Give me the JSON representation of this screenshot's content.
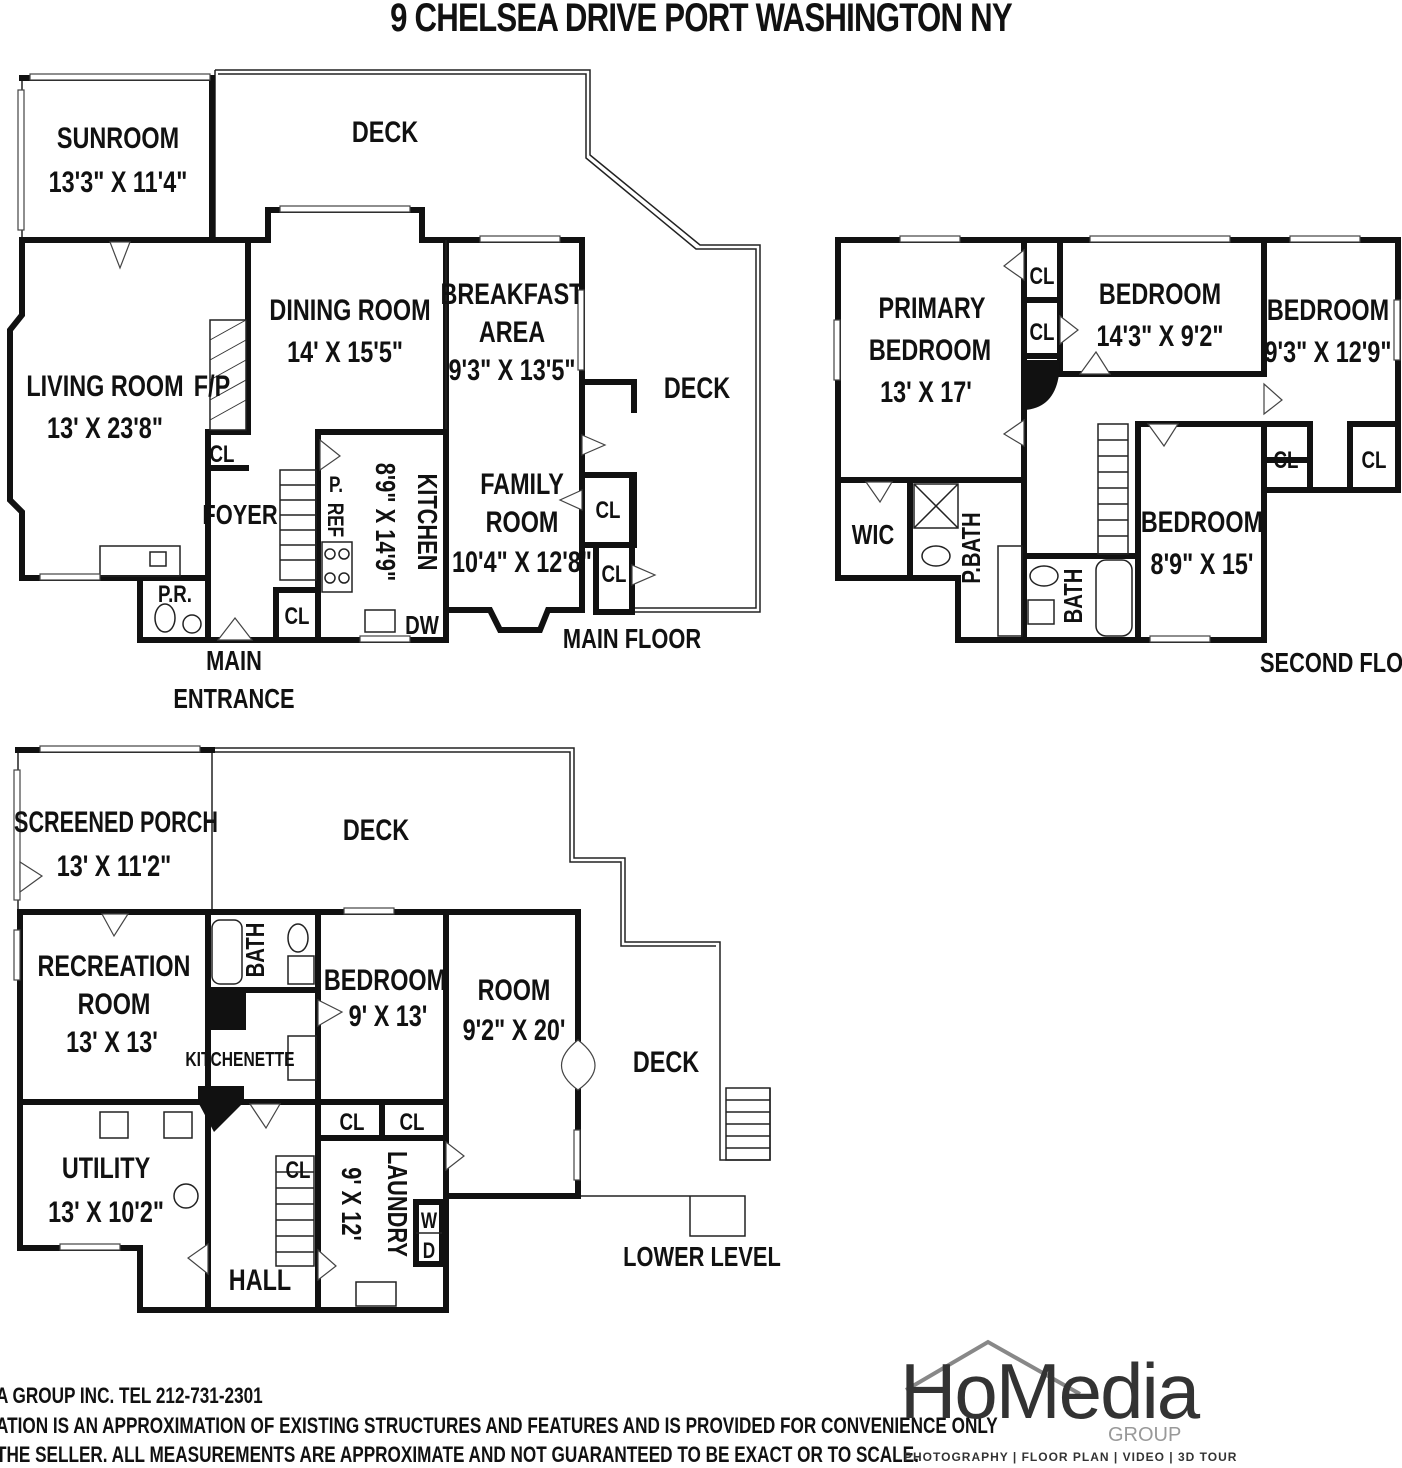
{
  "title": "9 CHELSEA DRIVE PORT WASHINGTON NY",
  "floors": {
    "main": {
      "label": "MAIN FLOOR",
      "rooms": {
        "sunroom": {
          "name": "SUNROOM",
          "dims": "13'3\" X 11'4\""
        },
        "deck_top": {
          "name": "DECK"
        },
        "deck_right": {
          "name": "DECK"
        },
        "living": {
          "name": "LIVING ROOM",
          "dims": "13' X 23'8\""
        },
        "fireplace": {
          "name": "F/P"
        },
        "dining": {
          "name": "DINING ROOM",
          "dims": "14' X 15'5\""
        },
        "breakfast": {
          "name1": "BREAKFAST",
          "name2": "AREA",
          "dims": "9'3\" X 13'5\""
        },
        "kitchen": {
          "name": "KITCHEN",
          "dims": "8'9\" X 14'9\""
        },
        "family": {
          "name1": "FAMILY",
          "name2": "ROOM",
          "dims": "10'4\" X 12'8\""
        },
        "foyer": {
          "name": "FOYER"
        },
        "pr": {
          "name": "P.R."
        },
        "pantry": {
          "name": "P."
        },
        "ref": {
          "name": "REF"
        },
        "dw": {
          "name": "DW"
        },
        "cl1": {
          "name": "CL"
        },
        "cl2": {
          "name": "CL"
        },
        "cl3": {
          "name": "CL"
        },
        "cl4": {
          "name": "CL"
        }
      },
      "entrance": {
        "line1": "MAIN",
        "line2": "ENTRANCE"
      }
    },
    "second": {
      "label": "SECOND FLOOR",
      "rooms": {
        "primary": {
          "name1": "PRIMARY",
          "name2": "BEDROOM",
          "dims": "13' X 17'"
        },
        "bed1": {
          "name": "BEDROOM",
          "dims": "14'3\" X 9'2\""
        },
        "bed2": {
          "name": "BEDROOM",
          "dims": "9'3\" X 12'9\""
        },
        "bed3": {
          "name": "BEDROOM",
          "dims": "8'9\" X 15'"
        },
        "wic": {
          "name": "WIC"
        },
        "pbath": {
          "name": "P.BATH"
        },
        "bath": {
          "name": "BATH"
        },
        "cl1": {
          "name": "CL"
        },
        "cl2": {
          "name": "CL"
        },
        "cl3": {
          "name": "CL"
        },
        "cl4": {
          "name": "CL"
        }
      }
    },
    "lower": {
      "label": "LOWER LEVEL",
      "rooms": {
        "porch": {
          "name": "SCREENED PORCH",
          "dims": "13' X 11'2\""
        },
        "deck_top": {
          "name": "DECK"
        },
        "deck_right": {
          "name": "DECK"
        },
        "rec": {
          "name1": "RECREATION",
          "name2": "ROOM",
          "dims": "13' X 13'"
        },
        "bath": {
          "name": "BATH"
        },
        "kitchenette": {
          "name": "KITCHENETTE"
        },
        "bedroom": {
          "name": "BEDROOM",
          "dims": "9' X 13'"
        },
        "room": {
          "name": "ROOM",
          "dims": "9'2\" X 20'"
        },
        "utility": {
          "name": "UTILITY",
          "dims": "13' X 10'2\""
        },
        "hall": {
          "name": "HALL"
        },
        "laundry": {
          "name": "LAUNDRY",
          "dims": "9' X 12'"
        },
        "w": {
          "name": "W"
        },
        "d": {
          "name": "D"
        },
        "cl1": {
          "name": "CL"
        },
        "cl2": {
          "name": "CL"
        },
        "cl3": {
          "name": "CL"
        }
      }
    }
  },
  "footer": {
    "line1": "A GROUP INC.  TEL 212-731-2301",
    "line2": "ATION IS AN APPROXIMATION OF EXISTING STRUCTURES AND FEATURES AND IS PROVIDED FOR CONVENIENCE ONLY",
    "line3": "THE SELLER. ALL MEASUREMENTS ARE APPROXIMATE AND NOT GUARANTEED TO BE EXACT OR TO SCALE."
  },
  "logo": {
    "name": "HoMedia",
    "group": "GROUP",
    "tagline": "PHOTOGRAPHY | FLOOR PLAN | VIDEO | 3D TOUR"
  }
}
